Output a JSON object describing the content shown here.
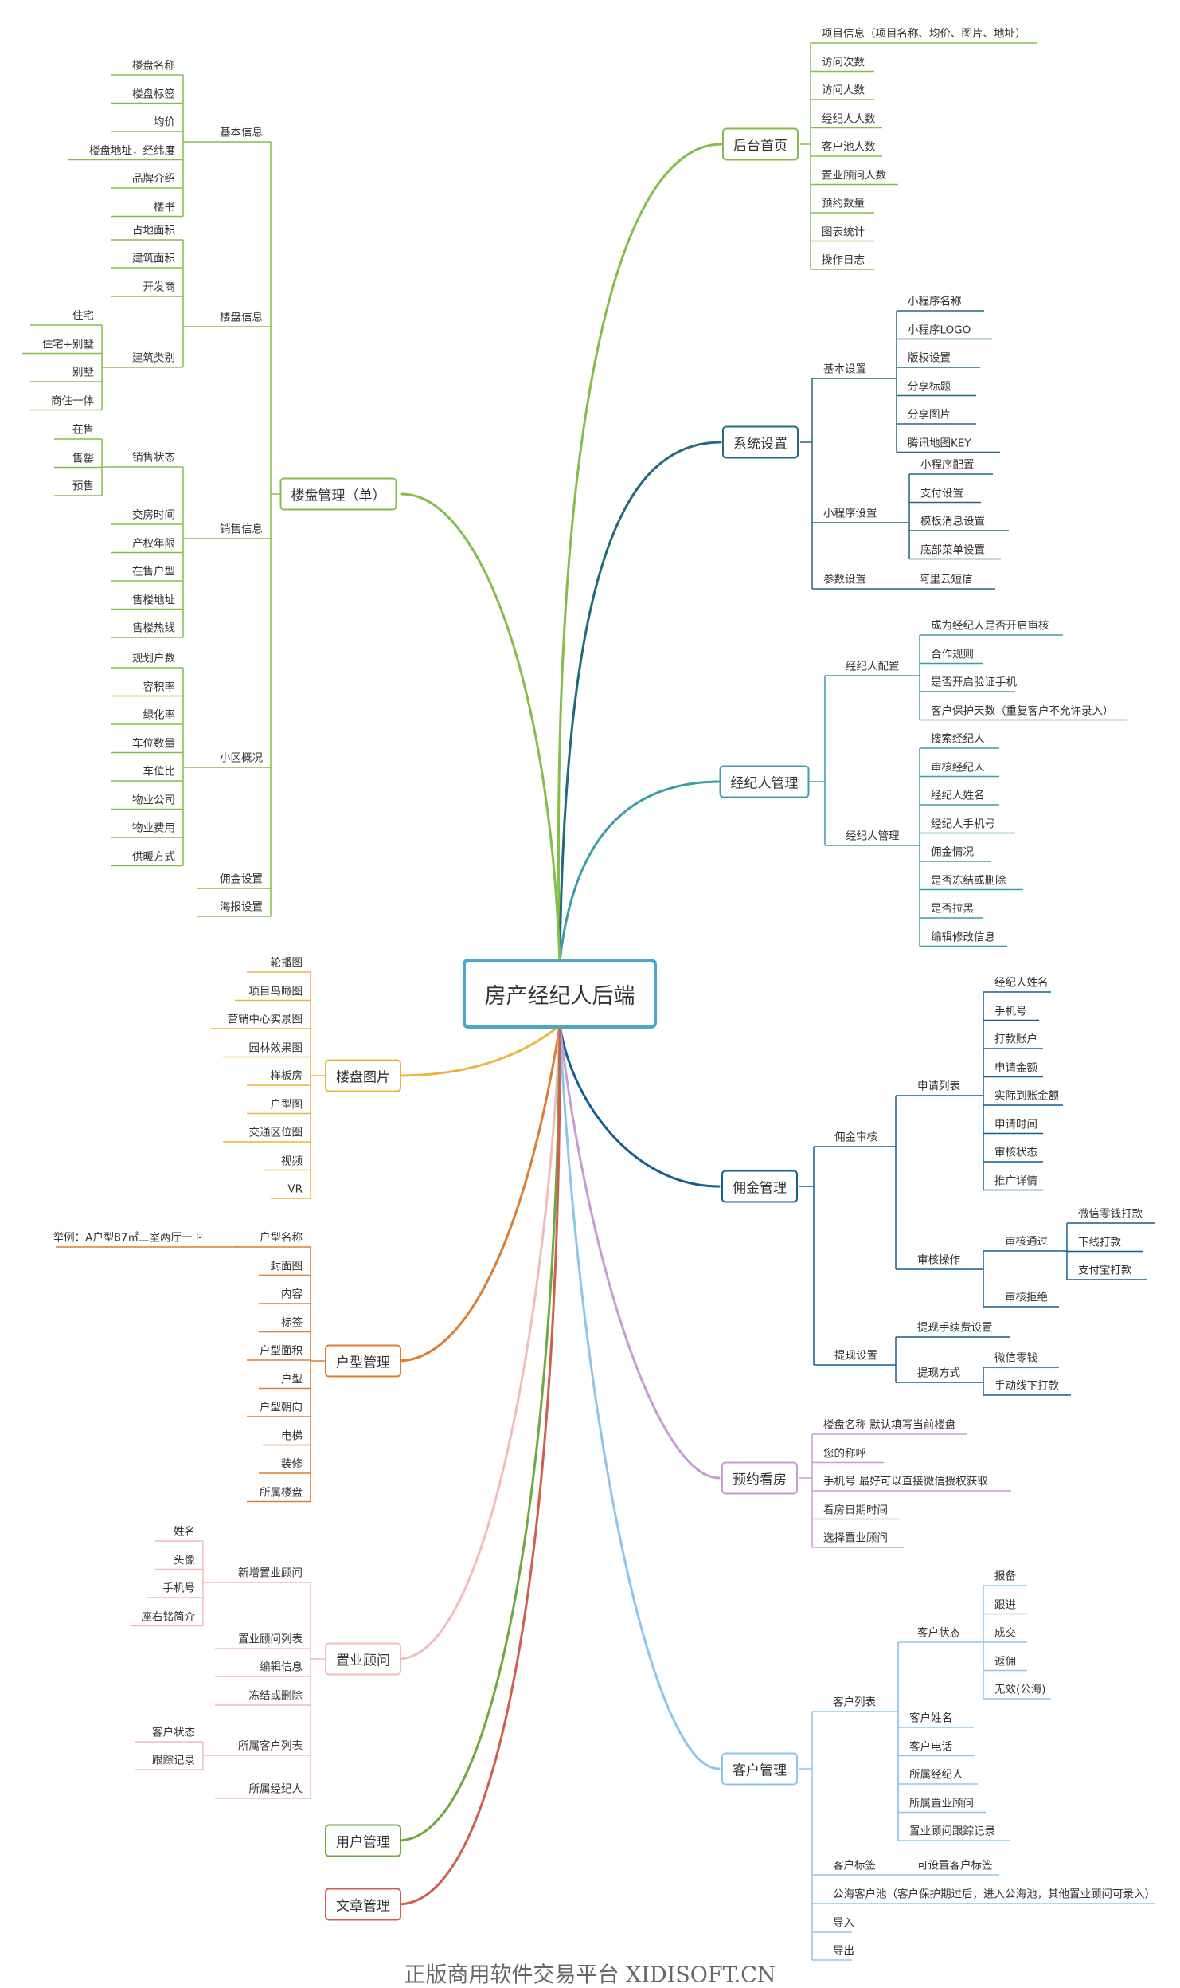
{
  "center": "房产经纪人后端",
  "footer": "正版商用软件交易平台 XIDISOFT.CN",
  "colors": {
    "houtai": "#84bd4a",
    "xitong": "#22697d",
    "jingjiren": "#3e9ba8",
    "yongjin": "#125e92",
    "yuyue": "#c89bd6",
    "kehu": "#8fc5ec",
    "loupan": "#84bd4a",
    "tupian": "#eab53a",
    "huxing": "#dc7d32",
    "guwen": "#f1bcba",
    "yonghu": "#6fa840",
    "wenzhang": "#d05d4e"
  },
  "branches": {
    "houtai": {
      "label": "后台首页",
      "items": [
        "项目信息（项目名称、均价、图片、地址）",
        "访问次数",
        "访问人数",
        "经纪人人数",
        "客户池人数",
        "置业顾问人数",
        "预约数量",
        "图表统计",
        "操作日志"
      ]
    },
    "xitong": {
      "label": "系统设置",
      "groups": [
        {
          "label": "基本设置",
          "items": [
            "小程序名称",
            "小程序LOGO",
            "版权设置",
            "分享标题",
            "分享图片",
            "腾讯地图KEY"
          ]
        },
        {
          "label": "小程序设置",
          "items": [
            "小程序配置",
            "支付设置",
            "模板消息设置",
            "底部菜单设置"
          ]
        },
        {
          "label": "参数设置",
          "items": [
            "阿里云短信"
          ]
        }
      ]
    },
    "jingjiren": {
      "label": "经纪人管理",
      "groups": [
        {
          "label": "经纪人配置",
          "items": [
            "成为经纪人是否开启审核",
            "合作规则",
            "是否开启验证手机",
            "客户保护天数（重复客户不允许录入）"
          ]
        },
        {
          "label": "经纪人管理",
          "items": [
            "搜索经纪人",
            "审核经纪人",
            "经纪人姓名",
            "经纪人手机号",
            "佣金情况",
            "是否冻结或删除",
            "是否拉黑",
            "编辑修改信息"
          ]
        }
      ]
    },
    "yongjin": {
      "label": "佣金管理",
      "audit": {
        "label": "佣金审核",
        "apply": {
          "label": "申请列表",
          "items": [
            "经纪人姓名",
            "手机号",
            "打款账户",
            "申请金额",
            "实际到账金额",
            "申请时间",
            "审核状态",
            "推广详情"
          ]
        },
        "op": {
          "label": "审核操作",
          "pass": {
            "label": "审核通过",
            "items": [
              "微信零钱打款",
              "下线打款",
              "支付宝打款"
            ]
          },
          "reject": "审核拒绝"
        }
      },
      "withdraw": {
        "label": "提现设置",
        "fee": "提现手续费设置",
        "method": {
          "label": "提现方式",
          "items": [
            "微信零钱",
            "手动线下打款"
          ]
        }
      }
    },
    "yuyue": {
      "label": "预约看房",
      "items": [
        "楼盘名称 默认填写当前楼盘",
        "您的称呼",
        "手机号 最好可以直接微信授权获取",
        "看房日期时间",
        "选择置业顾问"
      ]
    },
    "kehu": {
      "label": "客户管理",
      "list": {
        "label": "客户列表",
        "status": {
          "label": "客户状态",
          "items": [
            "报备",
            "跟进",
            "成交",
            "返佣",
            "无效(公海)"
          ]
        },
        "items": [
          "客户姓名",
          "客户电话",
          "所属经纪人",
          "所属置业顾问",
          "置业顾问跟踪记录"
        ]
      },
      "tag": {
        "label": "客户标签",
        "item": "可设置客户标签"
      },
      "others": [
        "公海客户池（客户保护期过后，进入公海池，其他置业顾问可录入）",
        "导入",
        "导出"
      ]
    },
    "loupan": {
      "label": "楼盘管理（单）",
      "basic": {
        "label": "基本信息",
        "items": [
          "楼盘名称",
          "楼盘标签",
          "均价",
          "楼盘地址，经纬度",
          "品牌介绍",
          "楼书"
        ]
      },
      "info": {
        "label": "楼盘信息",
        "items": [
          "占地面积",
          "建筑面积",
          "开发商"
        ],
        "build": {
          "label": "建筑类别",
          "items": [
            "住宅",
            "住宅+别墅",
            "别墅",
            "商住一体"
          ]
        }
      },
      "sales": {
        "label": "销售信息",
        "state": {
          "label": "销售状态",
          "items": [
            "在售",
            "售罄",
            "预售"
          ]
        },
        "items": [
          "交房时间",
          "产权年限",
          "在售户型",
          "售楼地址",
          "售楼热线"
        ]
      },
      "community": {
        "label": "小区概况",
        "items": [
          "规划户数",
          "容积率",
          "绿化率",
          "车位数量",
          "车位比",
          "物业公司",
          "物业费用",
          "供暖方式"
        ]
      },
      "extras": [
        "佣金设置",
        "海报设置"
      ]
    },
    "tupian": {
      "label": "楼盘图片",
      "items": [
        "轮播图",
        "项目鸟瞰图",
        "营销中心实景图",
        "园林效果图",
        "样板房",
        "户型图",
        "交通区位图",
        "视频",
        "VR"
      ]
    },
    "huxing": {
      "label": "户型管理",
      "items": [
        "户型名称",
        "封面图",
        "内容",
        "标签",
        "户型面积",
        "户型",
        "户型朝向",
        "电梯",
        "装修",
        "所属楼盘"
      ],
      "example": "举例：A户型87㎡三室两厅一卫"
    },
    "guwen": {
      "label": "置业顾问",
      "add": {
        "label": "新增置业顾问",
        "items": [
          "姓名",
          "头像",
          "手机号",
          "座右铭简介"
        ]
      },
      "simple": [
        "置业顾问列表",
        "编辑信息",
        "冻结或删除"
      ],
      "customers": {
        "label": "所属客户列表",
        "items": [
          "客户状态",
          "跟踪记录"
        ]
      },
      "broker": "所属经纪人"
    },
    "yonghu": {
      "label": "用户管理"
    },
    "wenzhang": {
      "label": "文章管理"
    }
  }
}
